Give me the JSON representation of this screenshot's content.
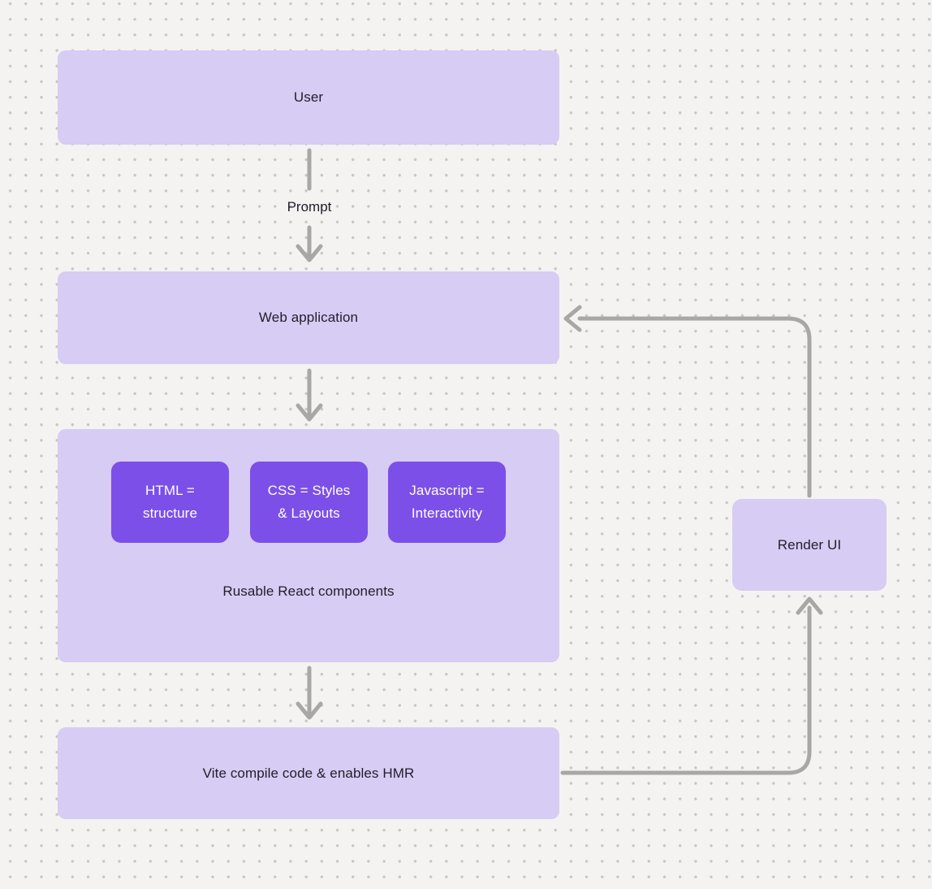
{
  "theme": {
    "page_bg": "#f4f3f1",
    "dot_color": "#c8c5c2",
    "node_fill": "#d7ccf3",
    "accent_fill": "#7c4fe9",
    "node_text": "#221d2b",
    "accent_text": "#ffffff",
    "arrow_color": "#a9a7a6"
  },
  "nodes": {
    "user": {
      "label": "User"
    },
    "web_application": {
      "label": "Web application"
    },
    "components_group": {
      "caption": "Rusable React components",
      "children": [
        {
          "lines": [
            "HTML =",
            "structure"
          ]
        },
        {
          "lines": [
            "CSS = Styles",
            "& Layouts"
          ]
        },
        {
          "lines": [
            "Javascript =",
            "Interactivity"
          ]
        }
      ]
    },
    "vite": {
      "label": "Vite compile code & enables HMR"
    },
    "render_ui": {
      "label": "Render UI"
    }
  },
  "edges": {
    "prompt_label": "Prompt"
  }
}
